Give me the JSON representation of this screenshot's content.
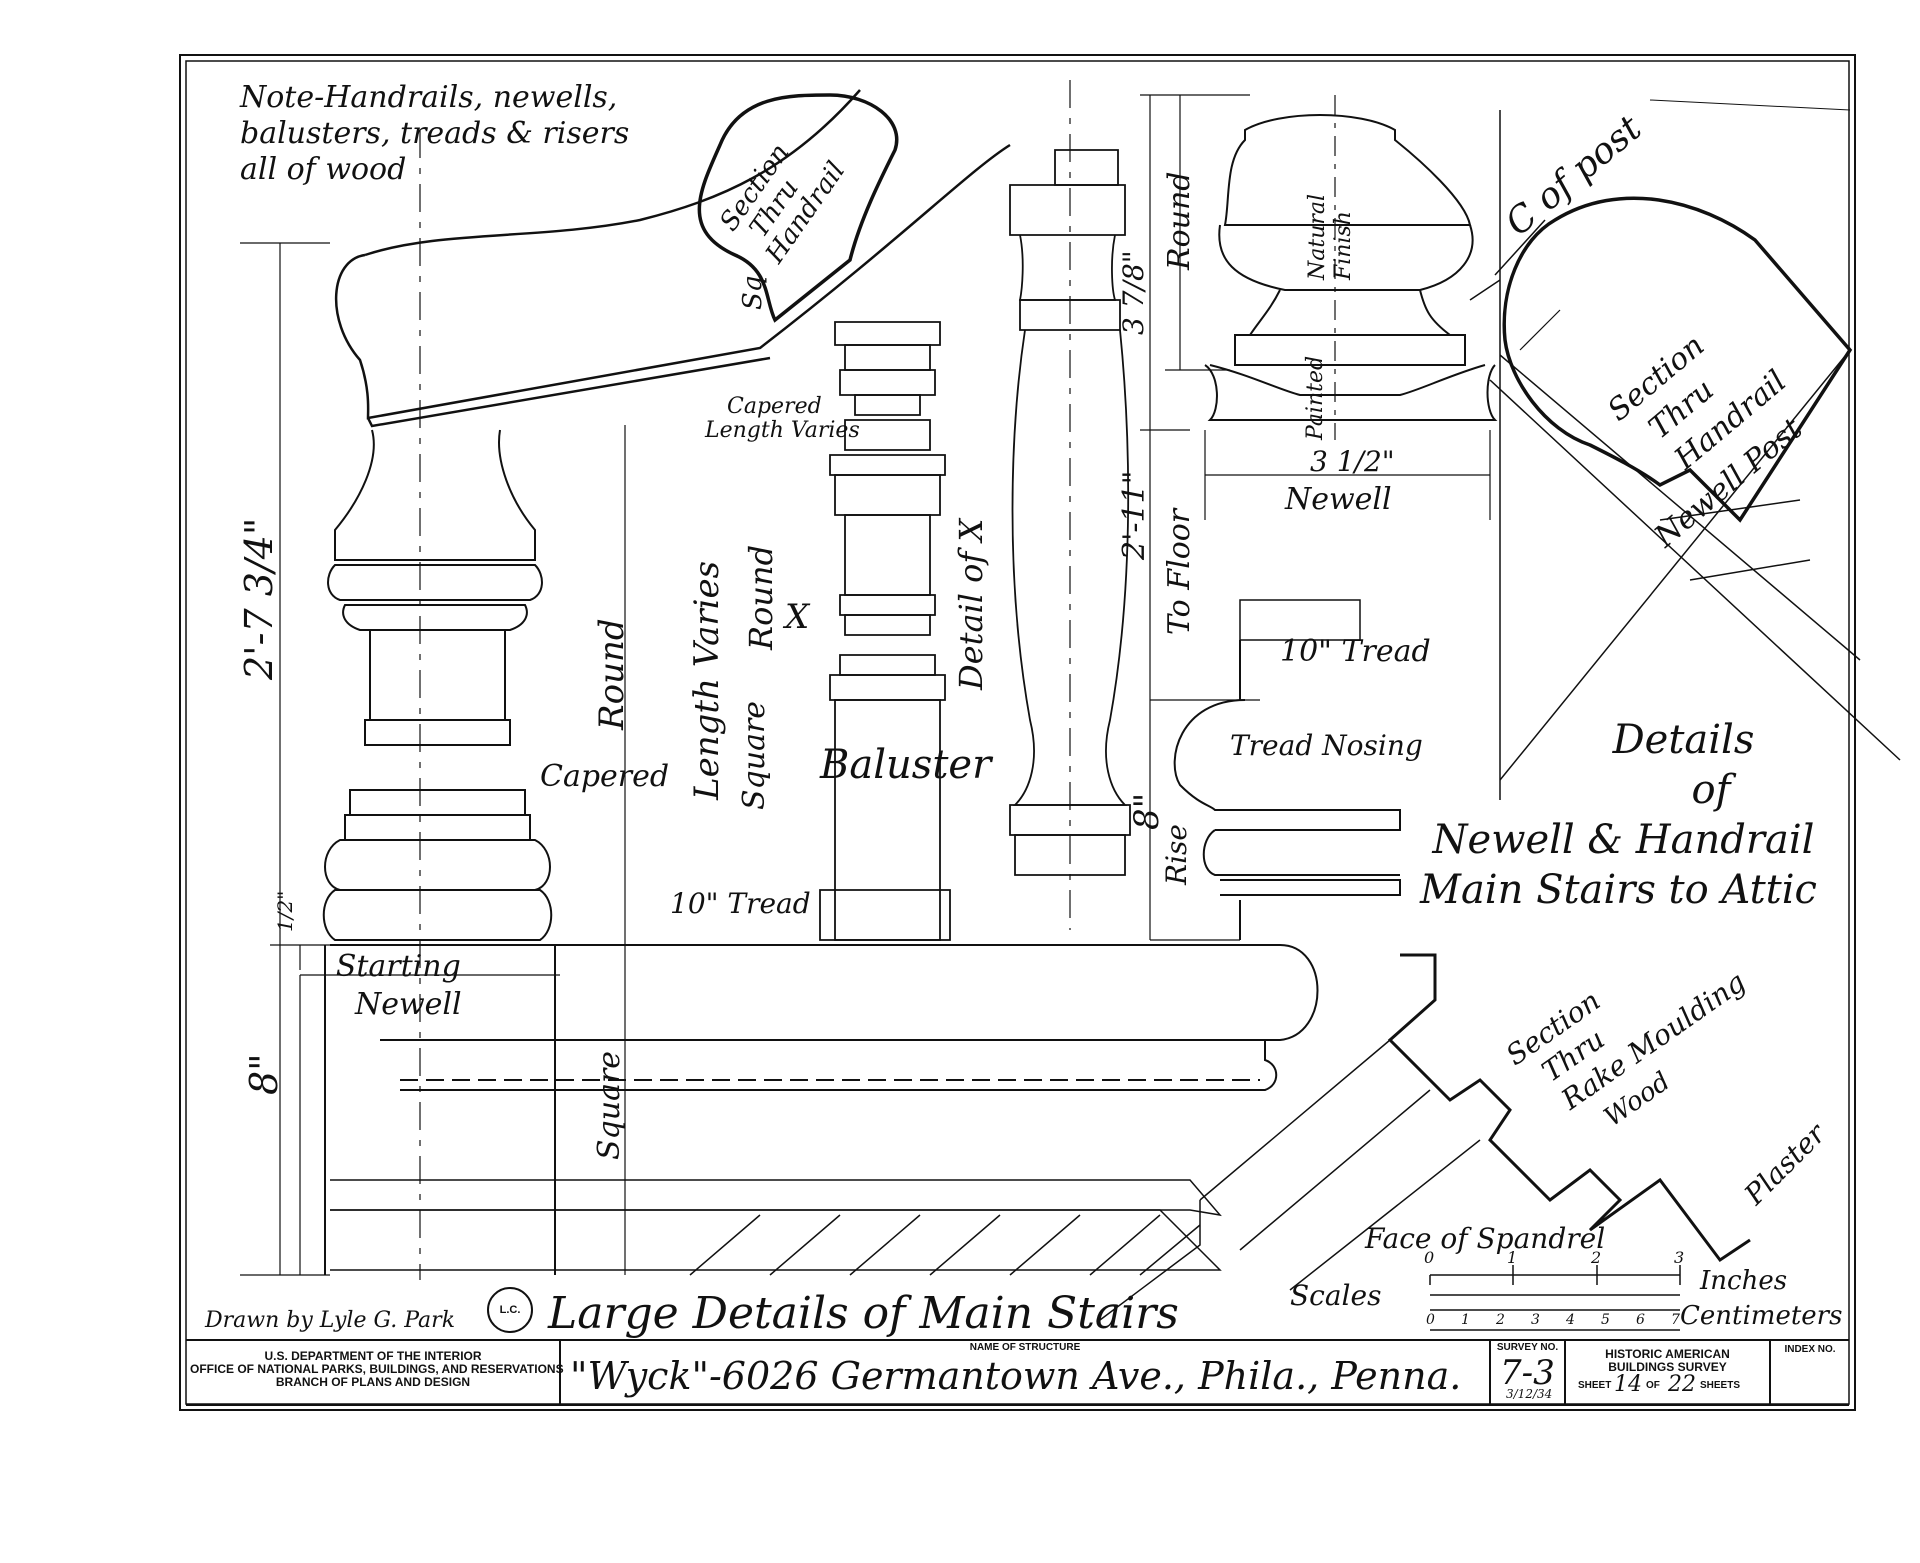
{
  "note": {
    "lines": [
      "Note-Handrails, newells,",
      "balusters, treads & risers",
      "all of wood"
    ]
  },
  "labels": {
    "section_thru_handrail_top": [
      "Section",
      "Thru",
      "Handrail"
    ],
    "sq": "Sq",
    "capered_length_varies": [
      "Capered",
      "Length Varies"
    ],
    "dim_2_7_3_4": "2'-7 3/4\"",
    "round_left": "Round",
    "length_varies": "Length Varies",
    "round_mid": "Round",
    "x_mark": "X",
    "detail_of_x": "Detail of X",
    "dim_3_7_8": "3 7/8\"",
    "round_right": "Round",
    "natural_finish": [
      "Natural",
      "Finish"
    ],
    "painted": "Painted",
    "dim_3_1_2": "3 1/2\"",
    "newell": "Newell",
    "dim_2_11": "2'-11\"",
    "to_floor": "To Floor",
    "cof_post": "C of post",
    "section_thru_handrail_right": [
      "Section",
      "Thru",
      "Handrail"
    ],
    "newell_post": "Newell Post",
    "tread_10_top": "10\" Tread",
    "tread_nosing": "Tread Nosing",
    "capered": "Capered",
    "square_mid": "Square",
    "baluster": "Baluster",
    "dim_8_rise": "8\"",
    "rise": "Rise",
    "half_inch": "1/2\"",
    "tread_10_bottom": "10\" Tread",
    "starting_newell": [
      "Starting",
      "Newell"
    ],
    "dim_8_left": "8\"",
    "square_bottom": "Square",
    "details_title": [
      "Details",
      "of",
      "Newell & Handrail",
      "Main Stairs to Attic"
    ],
    "section_thru_rake": [
      "Section",
      "Thru",
      "Rake Moulding"
    ],
    "wood": "Wood",
    "plaster": "Plaster",
    "face_of_spandrel": "Face of Spandrel",
    "scales": "Scales",
    "inches": "Inches",
    "centimeters": "Centimeters",
    "inch_ticks": [
      "0",
      "1",
      "2",
      "3"
    ],
    "cm_ticks": [
      "0",
      "1",
      "2",
      "3",
      "4",
      "5",
      "6",
      "7"
    ]
  },
  "title_block": {
    "drawn_by": "Drawn by Lyle G. Park",
    "stamp": "L.C.",
    "main_title": "Large Details of Main Stairs",
    "dept_lines": [
      "U.S. DEPARTMENT OF THE INTERIOR",
      "OFFICE OF NATIONAL PARKS, BUILDINGS, AND RESERVATIONS",
      "BRANCH OF PLANS AND DESIGN"
    ],
    "name_of_structure_label": "NAME OF STRUCTURE",
    "structure_name": "\"Wyck\"-6026 Germantown Ave., Phila., Penna.",
    "survey_no_label": "SURVEY NO.",
    "survey_no": "7-3",
    "survey_date": "3/12/34",
    "habs_lines": [
      "HISTORIC AMERICAN",
      "BUILDINGS SURVEY"
    ],
    "sheet_label": "SHEET",
    "sheet_no": "14",
    "of_label": "OF",
    "sheet_total": "22",
    "sheets_label": "SHEETS",
    "index_no_label": "INDEX NO."
  }
}
